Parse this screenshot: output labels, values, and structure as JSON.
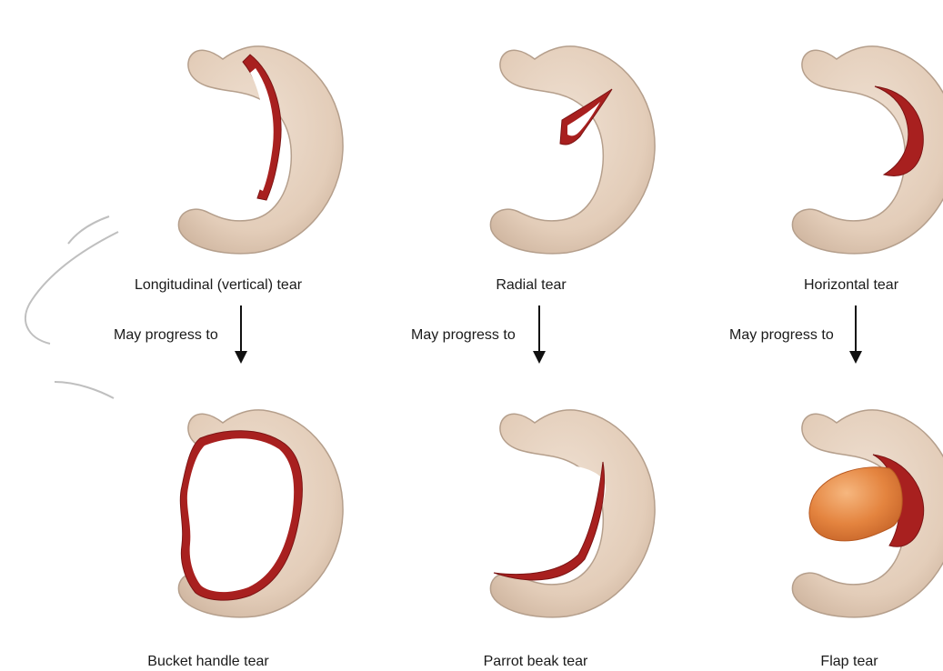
{
  "colors": {
    "meniscus_fill": "#e6d2c0",
    "meniscus_edge": "#b59f8c",
    "meniscus_shade": "#c9b09a",
    "tear_red": "#a8201f",
    "tear_dark": "#7c1414",
    "flap_orange": "#e58a45",
    "flap_highlight": "#f3b27a",
    "arrow": "#111111",
    "watermark": "#8a8a8a"
  },
  "panels": [
    {
      "id": "longitudinal",
      "label": "Longitudinal (vertical) tear"
    },
    {
      "id": "radial",
      "label": "Radial tear"
    },
    {
      "id": "horizontal",
      "label": "Horizontal tear"
    },
    {
      "id": "bucket",
      "label": "Bucket handle tear"
    },
    {
      "id": "parrot",
      "label": "Parrot beak tear"
    },
    {
      "id": "flap",
      "label": "Flap tear"
    }
  ],
  "progression": [
    {
      "text": "May progress to"
    },
    {
      "text": "May progress to"
    },
    {
      "text": "May progress to"
    }
  ]
}
